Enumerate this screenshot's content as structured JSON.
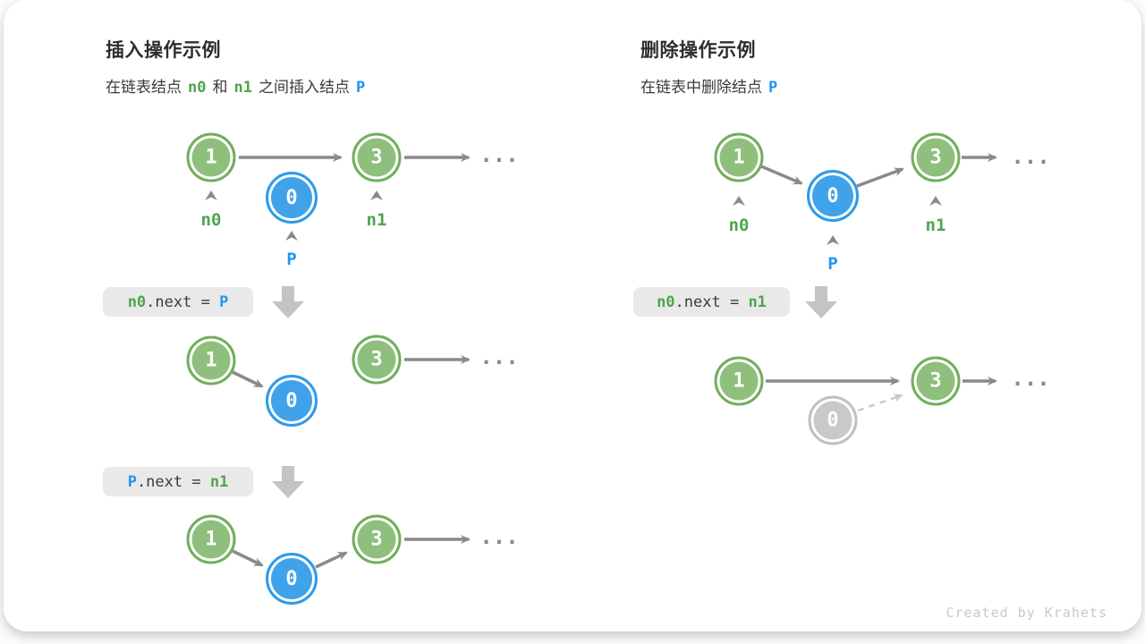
{
  "colors": {
    "node_green_fill": "#8FBF7D",
    "node_green_border": "#6FB05B",
    "node_blue_fill": "#3FA2EB",
    "node_blue_border": "#2F9BE8",
    "node_gray_fill": "#C9C9C9",
    "arrow_gray": "#8A8A8A",
    "arrow_light": "#CBCBCB",
    "block_arrow": "#C4C4C4",
    "code_bg": "#E9E9E9",
    "code_green": "#4CA64C",
    "code_blue": "#1E96F0",
    "text_dark": "#2D2D2D"
  },
  "nodes": {
    "n0": "1",
    "p": "0",
    "n1": "3"
  },
  "ellipsis": "...",
  "footer": "Created by Krahets",
  "insert": {
    "title": "插入操作示例",
    "subtitle": {
      "s1": "在链表结点",
      "n0": "n0",
      "s2": "和",
      "n1": "n1",
      "s3": "之间插入结点",
      "p": "P"
    },
    "pointers": {
      "n0": "n0",
      "p": "P",
      "n1": "n1"
    },
    "code1": {
      "a": "n0",
      "op": ".next = ",
      "b": "P"
    },
    "code2": {
      "a": "P",
      "op": ".next = ",
      "b": "n1"
    }
  },
  "delete": {
    "title": "删除操作示例",
    "subtitle": {
      "s1": "在链表中删除结点",
      "p": "P"
    },
    "pointers": {
      "n0": "n0",
      "p": "P",
      "n1": "n1"
    },
    "code1": {
      "a": "n0",
      "op": ".next = ",
      "b": "n1"
    }
  }
}
